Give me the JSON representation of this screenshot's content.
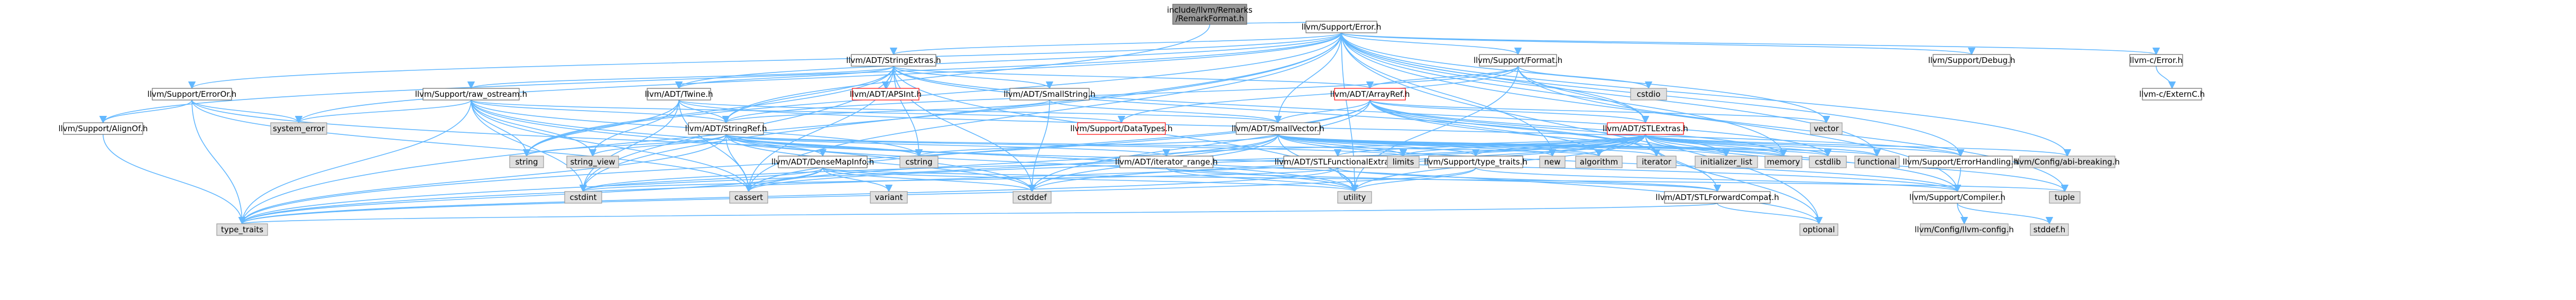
{
  "colors": {
    "edge": "#63b8ff",
    "root_fill": "#999999",
    "root_border": "#666666",
    "internal_fill": "#ffffff",
    "internal_border": "#666666",
    "system_fill": "#e0e0e0",
    "system_border": "#999999",
    "highlight_border": "#ff0000"
  },
  "nodes": [
    {
      "id": "remark",
      "lines": [
        "include/llvm/Remarks",
        "/RemarkFormat.h"
      ],
      "kind": "root"
    },
    {
      "id": "error",
      "lines": [
        "llvm/Support/Error.h"
      ],
      "kind": "internal"
    },
    {
      "id": "stringextras",
      "lines": [
        "llvm/ADT/StringExtras.h"
      ],
      "kind": "internal"
    },
    {
      "id": "format",
      "lines": [
        "llvm/Support/Format.h"
      ],
      "kind": "internal"
    },
    {
      "id": "cerror",
      "lines": [
        "llvm-c/Error.h"
      ],
      "kind": "internal"
    },
    {
      "id": "debug",
      "lines": [
        "llvm/Support/Debug.h"
      ],
      "kind": "internal"
    },
    {
      "id": "externc",
      "lines": [
        "llvm-c/ExternC.h"
      ],
      "kind": "internal"
    },
    {
      "id": "errorors",
      "lines": [
        "llvm/Support/ErrorOr.h"
      ],
      "kind": "internal"
    },
    {
      "id": "rawostream",
      "lines": [
        "llvm/Support/raw_ostream.h"
      ],
      "kind": "internal"
    },
    {
      "id": "twine",
      "lines": [
        "llvm/ADT/Twine.h"
      ],
      "kind": "internal"
    },
    {
      "id": "apsint",
      "lines": [
        "llvm/ADT/APSInt.h"
      ],
      "kind": "highlight"
    },
    {
      "id": "smallstring",
      "lines": [
        "llvm/ADT/SmallString.h"
      ],
      "kind": "internal"
    },
    {
      "id": "arrayref",
      "lines": [
        "llvm/ADT/ArrayRef.h"
      ],
      "kind": "highlight"
    },
    {
      "id": "stlextras",
      "lines": [
        "llvm/ADT/STLExtras.h"
      ],
      "kind": "highlight"
    },
    {
      "id": "datatypes",
      "lines": [
        "llvm/Support/DataTypes.h"
      ],
      "kind": "highlight"
    },
    {
      "id": "alignof",
      "lines": [
        "llvm/Support/AlignOf.h"
      ],
      "kind": "internal"
    },
    {
      "id": "stringref",
      "lines": [
        "llvm/ADT/StringRef.h"
      ],
      "kind": "internal"
    },
    {
      "id": "smallvector",
      "lines": [
        "llvm/ADT/SmallVector.h"
      ],
      "kind": "internal"
    },
    {
      "id": "densemapinfo",
      "lines": [
        "llvm/ADT/DenseMapInfo.h"
      ],
      "kind": "internal"
    },
    {
      "id": "iterrange",
      "lines": [
        "llvm/ADT/iterator_range.h"
      ],
      "kind": "internal"
    },
    {
      "id": "stlfunctional",
      "lines": [
        "llvm/ADT/STLFunctionalExtras.h"
      ],
      "kind": "internal"
    },
    {
      "id": "typetraitsh",
      "lines": [
        "llvm/Support/type_traits.h"
      ],
      "kind": "internal"
    },
    {
      "id": "errhandling",
      "lines": [
        "llvm/Support/ErrorHandling.h"
      ],
      "kind": "internal"
    },
    {
      "id": "compiler",
      "lines": [
        "llvm/Support/Compiler.h"
      ],
      "kind": "internal"
    },
    {
      "id": "stlforward",
      "lines": [
        "llvm/ADT/STLForwardCompat.h"
      ],
      "kind": "internal"
    },
    {
      "id": "abibreaking",
      "lines": [
        "llvm/Config/abi-breaking.h"
      ],
      "kind": "system"
    },
    {
      "id": "llvmconfig",
      "lines": [
        "llvm/Config/llvm-config.h"
      ],
      "kind": "system"
    },
    {
      "id": "system_error",
      "lines": [
        "system_error"
      ],
      "kind": "system"
    },
    {
      "id": "string",
      "lines": [
        "string"
      ],
      "kind": "system"
    },
    {
      "id": "string_view",
      "lines": [
        "string_view"
      ],
      "kind": "system"
    },
    {
      "id": "cstring",
      "lines": [
        "cstring"
      ],
      "kind": "system"
    },
    {
      "id": "cstdint",
      "lines": [
        "cstdint"
      ],
      "kind": "system"
    },
    {
      "id": "cassert",
      "lines": [
        "cassert"
      ],
      "kind": "system"
    },
    {
      "id": "variant",
      "lines": [
        "variant"
      ],
      "kind": "system"
    },
    {
      "id": "cstddef",
      "lines": [
        "cstddef"
      ],
      "kind": "system"
    },
    {
      "id": "utility",
      "lines": [
        "utility"
      ],
      "kind": "system"
    },
    {
      "id": "type_traits",
      "lines": [
        "type_traits"
      ],
      "kind": "system"
    },
    {
      "id": "optional",
      "lines": [
        "optional"
      ],
      "kind": "system"
    },
    {
      "id": "stddef",
      "lines": [
        "stddef.h"
      ],
      "kind": "system"
    },
    {
      "id": "limits",
      "lines": [
        "limits"
      ],
      "kind": "system"
    },
    {
      "id": "new",
      "lines": [
        "new"
      ],
      "kind": "system"
    },
    {
      "id": "algorithm",
      "lines": [
        "algorithm"
      ],
      "kind": "system"
    },
    {
      "id": "iterator",
      "lines": [
        "iterator"
      ],
      "kind": "system"
    },
    {
      "id": "initializer_list",
      "lines": [
        "initializer_list"
      ],
      "kind": "system"
    },
    {
      "id": "cstdlib",
      "lines": [
        "cstdlib"
      ],
      "kind": "system"
    },
    {
      "id": "memory",
      "lines": [
        "memory"
      ],
      "kind": "system"
    },
    {
      "id": "functional",
      "lines": [
        "functional"
      ],
      "kind": "system"
    },
    {
      "id": "tuple",
      "lines": [
        "tuple"
      ],
      "kind": "system"
    },
    {
      "id": "vector",
      "lines": [
        "vector"
      ],
      "kind": "system"
    },
    {
      "id": "cstdio",
      "lines": [
        "cstdio"
      ],
      "kind": "system"
    }
  ]
}
